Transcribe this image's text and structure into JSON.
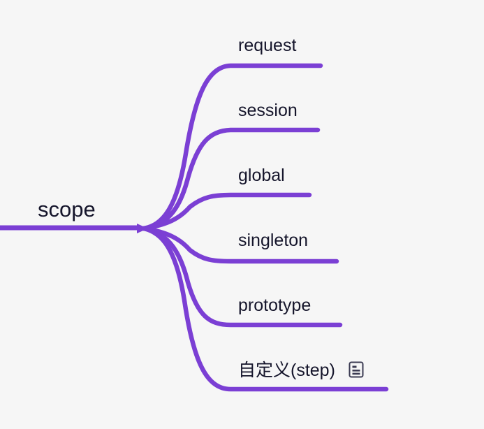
{
  "diagram": {
    "type": "mind-map",
    "background_color": "#f6f6f6",
    "branch_color": "#7b3fd4",
    "text_color": "#15152b",
    "root": {
      "label": "scope"
    },
    "branches": [
      {
        "id": "request",
        "label": "request",
        "has_note_icon": false,
        "note_icon": ""
      },
      {
        "id": "session",
        "label": "session",
        "has_note_icon": false,
        "note_icon": ""
      },
      {
        "id": "global",
        "label": "global",
        "has_note_icon": false,
        "note_icon": ""
      },
      {
        "id": "singleton",
        "label": "singleton",
        "has_note_icon": false,
        "note_icon": ""
      },
      {
        "id": "prototype",
        "label": "prototype",
        "has_note_icon": false,
        "note_icon": ""
      },
      {
        "id": "custom",
        "label": "自定义(step)",
        "has_note_icon": true,
        "note_icon": "note-icon"
      }
    ]
  }
}
